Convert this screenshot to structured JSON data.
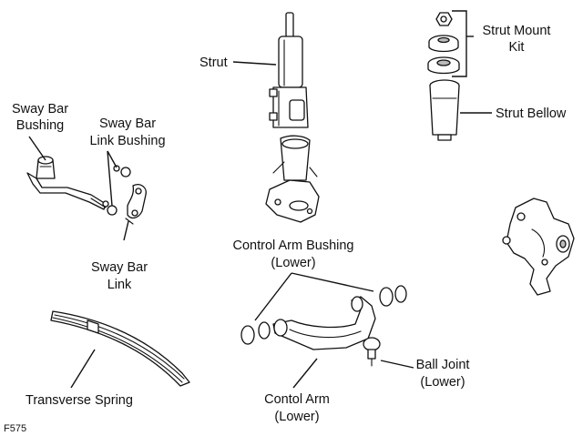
{
  "labels": {
    "strut": "Strut",
    "strut_mount_kit_1": "Strut Mount",
    "strut_mount_kit_2": "Kit",
    "strut_bellow": "Strut Bellow",
    "sway_bar_bushing_1": "Sway Bar",
    "sway_bar_bushing_2": "Bushing",
    "sway_bar_link_bushing_1": "Sway Bar",
    "sway_bar_link_bushing_2": "Link Bushing",
    "sway_bar_link_1": "Sway Bar",
    "sway_bar_link_2": "Link",
    "control_arm_bushing_1": "Control Arm Bushing",
    "control_arm_bushing_2": "(Lower)",
    "ball_joint_1": "Ball Joint",
    "ball_joint_2": "(Lower)",
    "transverse_spring": "Transverse Spring",
    "control_arm_1": "Contol Arm",
    "control_arm_2": "(Lower)"
  },
  "figure_id": "F575"
}
